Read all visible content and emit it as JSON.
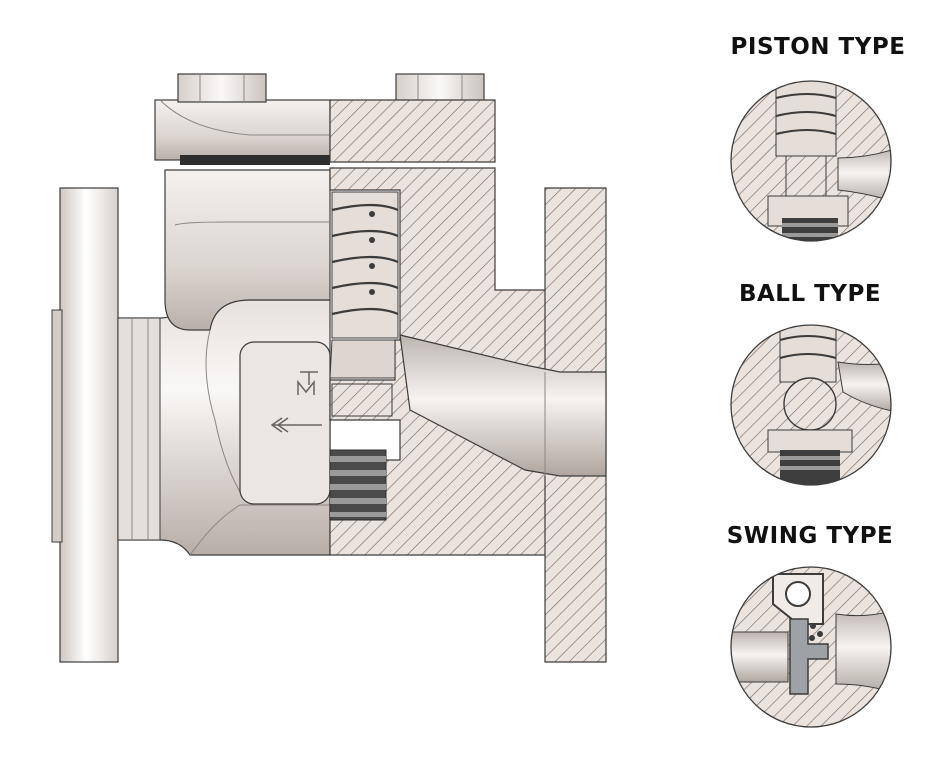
{
  "variants": [
    {
      "label": "PISTON TYPE"
    },
    {
      "label": "BALL TYPE"
    },
    {
      "label": "SWING TYPE"
    }
  ],
  "colors": {
    "background": "#ffffff",
    "metal_light": "#f3f0ee",
    "metal_mid": "#d9d3cf",
    "metal_dark": "#8e8580",
    "section_fill": "#e9e1dc",
    "hatch_line": "#7a6e68",
    "outline": "#3c3c3c",
    "dark_part": "#2e2e2e"
  }
}
